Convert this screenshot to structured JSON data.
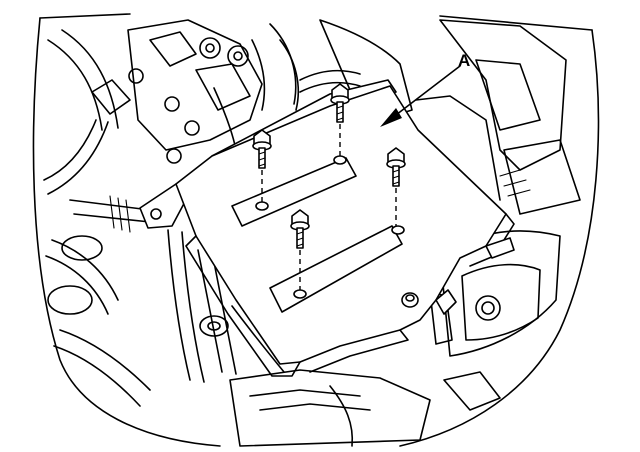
{
  "callout": {
    "label": "A"
  },
  "colors": {
    "ink": "#000000",
    "paper": "#ffffff"
  },
  "components": {
    "main_part": "ecu-bracket-assembly",
    "fasteners": 4,
    "fastener_icon": "bolt-icon"
  }
}
